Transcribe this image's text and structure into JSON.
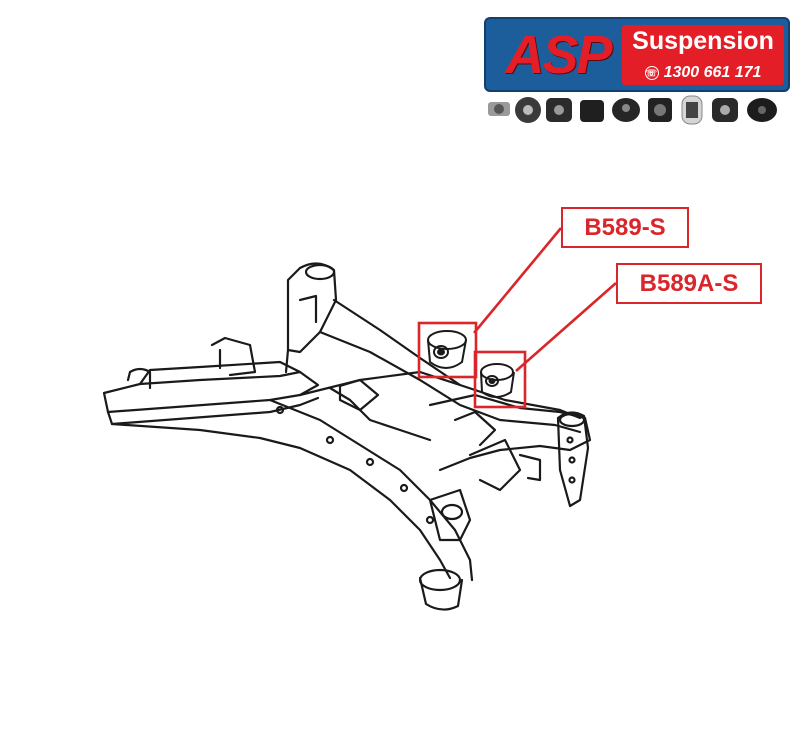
{
  "logo": {
    "brand": "ASP",
    "word": "Suspension",
    "phone": "1300 661 171",
    "colors": {
      "blue": "#1c5d9c",
      "red": "#e41e26"
    }
  },
  "product_strip": {
    "items": [
      "bush-1",
      "bush-2",
      "bush-3",
      "bush-4",
      "bush-5",
      "bush-6",
      "bush-7",
      "bush-8",
      "bush-9"
    ]
  },
  "callouts": [
    {
      "label": "B589-S"
    },
    {
      "label": "B589A-S"
    }
  ],
  "accent_color": "#d9262b"
}
